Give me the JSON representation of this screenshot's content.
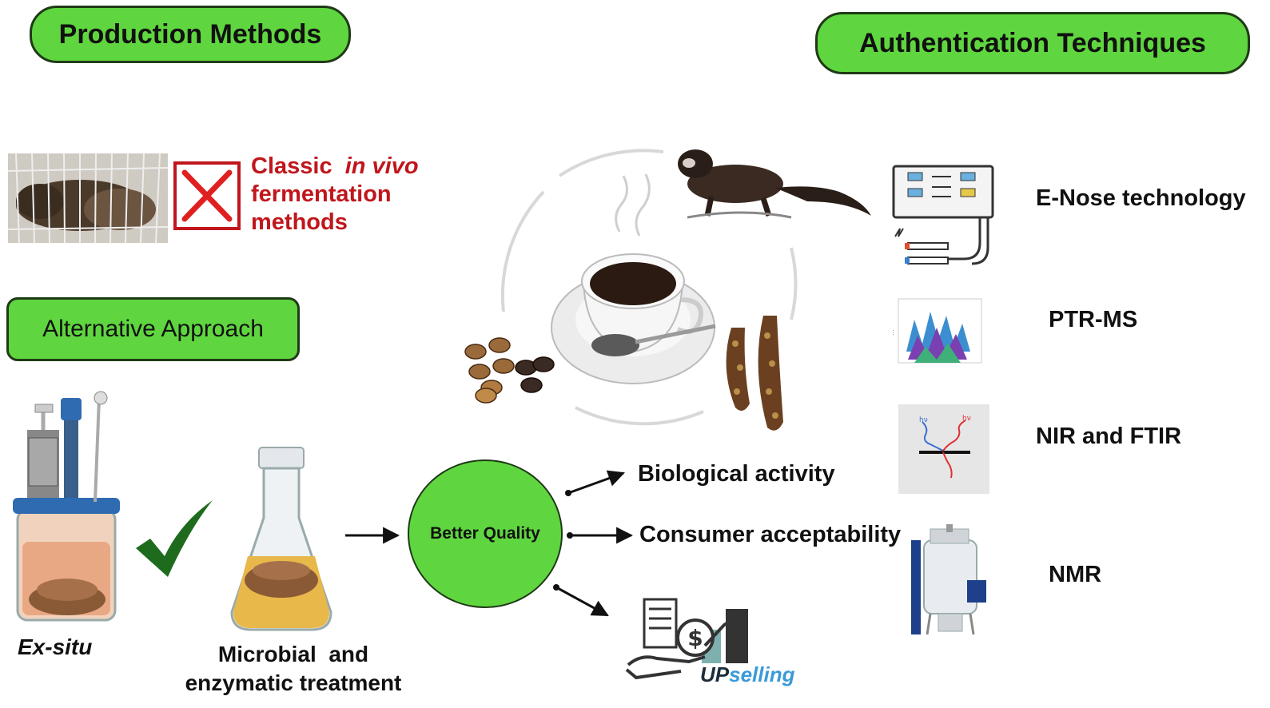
{
  "headers": {
    "production": "Production Methods",
    "authentication": "Authentication Techniques",
    "alternative": "Alternative Approach"
  },
  "classic": {
    "line1_a": "Classic",
    "line1_b": "in vivo",
    "line2": "fermentation",
    "line3": "methods"
  },
  "ex_situ": "Ex-situ",
  "microbial_line1": "Microbial  and",
  "microbial_line2": "enzymatic treatment",
  "center": "Better Quality",
  "outcomes": {
    "biological": "Biological activity",
    "consumer": "Consumer acceptability",
    "upselling_up": "UP",
    "upselling_rest": "selling"
  },
  "techniques": [
    "E-Nose technology",
    "PTR-MS",
    "NIR and FTIR",
    "NMR"
  ],
  "colors": {
    "green": "#5fd63f",
    "dark_border": "#1f3a17",
    "red": "#c0161c",
    "check": "#1e6b1e",
    "coffee": "#2a1a12"
  }
}
